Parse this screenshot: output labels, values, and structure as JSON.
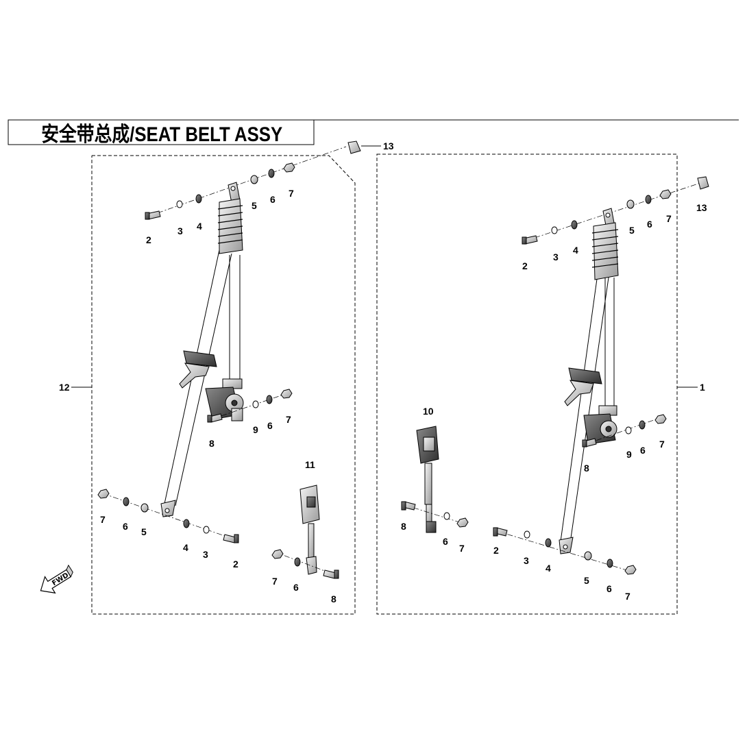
{
  "title": "安全带总成/SEAT BELT ASSY",
  "forward_marker": "FWD",
  "callouts": {
    "left_assembly": "12",
    "right_assembly": "1",
    "left_top": [
      "2",
      "3",
      "4",
      "5",
      "6",
      "7"
    ],
    "left_retractor": [
      "8",
      "9",
      "6",
      "7"
    ],
    "left_bottom": [
      "7",
      "6",
      "5",
      "4",
      "3",
      "2"
    ],
    "left_buckle": [
      "11",
      "7",
      "6",
      "8"
    ],
    "right_top": [
      "2",
      "3",
      "4",
      "5",
      "6",
      "7"
    ],
    "right_retractor": [
      "8",
      "9",
      "6",
      "7"
    ],
    "right_bottom": [
      "2",
      "3",
      "4",
      "5",
      "6",
      "7"
    ],
    "right_buckle": [
      "10",
      "8",
      "6",
      "7"
    ],
    "cap": "13"
  },
  "colors": {
    "line": "#000000",
    "part_fill": "#e6e6e6",
    "part_dark": "#4a4a4a",
    "background": "#ffffff"
  }
}
